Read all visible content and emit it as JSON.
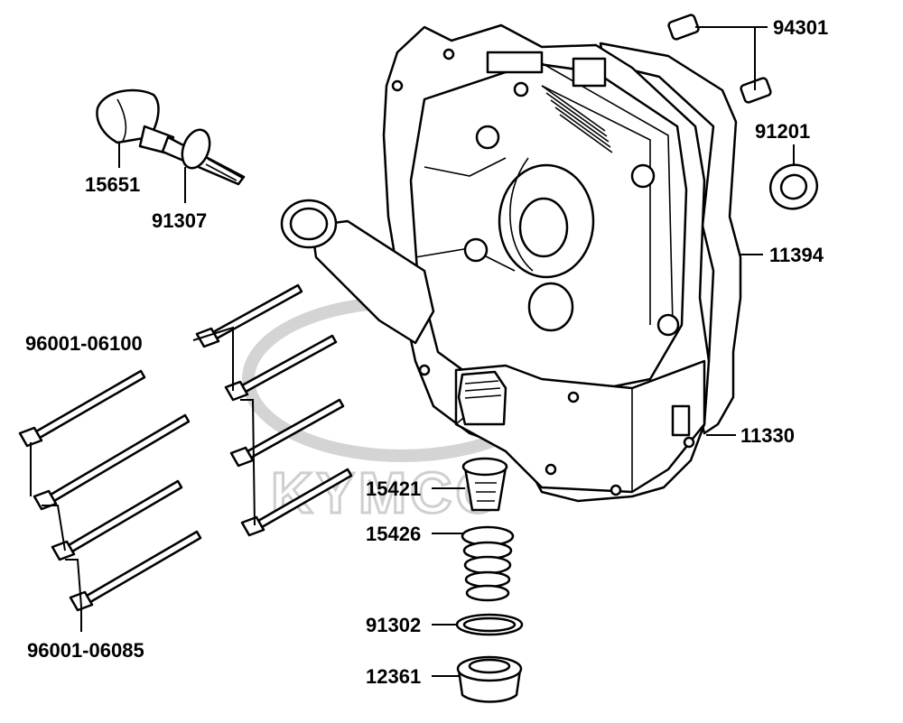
{
  "watermark": {
    "brand_text": "KYMCO"
  },
  "part_numbers": [
    "94301",
    "91201",
    "11394",
    "11330",
    "15651",
    "91307",
    "96001-06100",
    "96001-06085",
    "15421",
    "15426",
    "91302",
    "12361"
  ],
  "colors": {
    "line": "#000000",
    "background": "#ffffff",
    "watermark": "#cfcfcf"
  }
}
